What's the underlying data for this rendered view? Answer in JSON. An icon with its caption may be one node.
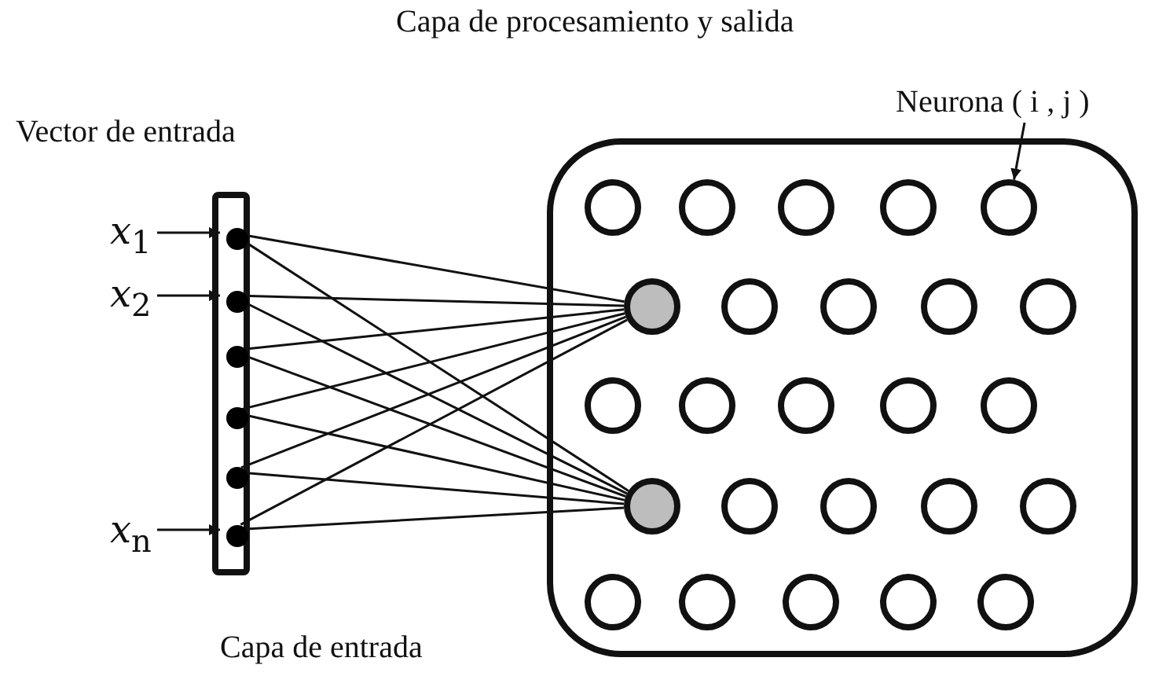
{
  "diagram": {
    "nodes": [
      {
        "text": [
          "Capa de procesamiento y salida"
        ]
      },
      {
        "text": [
          "Neurona ( i , j )"
        ]
      },
      {
        "text": [],
        "shape": "bar"
      },
      {
        "text": [],
        "shape": "circle",
        "in": 2
      },
      {
        "text": [],
        "shape": "circle",
        "in": 2
      },
      {
        "text": [],
        "shape": "circle",
        "in": 2
      },
      {
        "text": [],
        "shape": "circle",
        "in": 2
      },
      {
        "text": [],
        "shape": "circle",
        "in": 2
      },
      {
        "text": [],
        "shape": "circle",
        "in": 2
      },
      {
        "text": [
          "*x*$_{1}$"
        ]
      },
      {
        "text": [
          "*x*$_{2}$"
        ]
      },
      {
        "text": [
          "*x*$_{n}$"
        ]
      },
      {
        "text": [],
        "shape": "circle",
        "in": 0
      },
      {
        "text": [],
        "shape": "circle",
        "in": 0
      },
      {
        "text": [],
        "shape": "circle",
        "in": 0
      },
      {
        "text": [],
        "shape": "circle",
        "in": 0
      },
      {
        "text": [],
        "shape": "circle",
        "in": 0
      },
      {
        "text": [],
        "shape": "circle",
        "in": 0
      },
      {
        "text": [],
        "shape": "circle",
        "in": 0
      },
      {
        "text": [],
        "shape": "circle",
        "in": 0
      },
      {
        "text": [],
        "shape": "circle",
        "in": 0
      },
      {
        "text": [],
        "shape": "circle",
        "in": 0
      },
      {
        "text": [],
        "shape": "circle",
        "in": 0
      },
      {
        "text": [],
        "shape": "circle",
        "in": 0
      },
      {
        "text": [],
        "shape": "circle",
        "in": 0
      },
      {
        "text": [],
        "shape": "circle",
        "in": 0
      },
      {
        "text": [],
        "shape": "circle",
        "in": 0
      },
      {
        "text": [],
        "shape": "circle",
        "in": 0
      },
      {
        "text": [],
        "shape": "circle",
        "in": 0
      },
      {
        "text": [],
        "shape": "circle",
        "in": 0
      },
      {
        "text": [],
        "shape": "circle",
        "in": 0
      },
      {
        "text": [],
        "shape": "circle",
        "in": 0
      },
      {
        "text": [],
        "shape": "circle",
        "in": 0
      },
      {
        "text": [],
        "shape": "circle",
        "in": 0
      },
      {
        "text": [],
        "shape": "circle",
        "in": 0
      },
      {
        "text": [],
        "shape": "circle",
        "in": 0
      },
      {
        "text": [],
        "shape": "circle",
        "in": 0
      }
    ],
    "edges": [
      {
        "from": 9,
        "to": 3,
        "arrow": "to"
      },
      {
        "from": 10,
        "to": 4,
        "arrow": "to"
      },
      {
        "from": 11,
        "to": 8,
        "arrow": "to"
      },
      {
        "from": 3,
        "to": 17,
        "arrow": "none"
      },
      {
        "from": 3,
        "to": 27,
        "arrow": "none"
      },
      {
        "from": 4,
        "to": 17,
        "arrow": "none"
      },
      {
        "from": 4,
        "to": 27,
        "arrow": "none"
      },
      {
        "from": 5,
        "to": 17,
        "arrow": "none"
      },
      {
        "from": 5,
        "to": 27,
        "arrow": "none"
      },
      {
        "from": 6,
        "to": 17,
        "arrow": "none"
      },
      {
        "from": 6,
        "to": 27,
        "arrow": "none"
      },
      {
        "from": 7,
        "to": 17,
        "arrow": "none"
      },
      {
        "from": 7,
        "to": 27,
        "arrow": "none"
      },
      {
        "from": 8,
        "to": 17,
        "arrow": "none"
      },
      {
        "from": 8,
        "to": 27,
        "arrow": "none"
      },
      {
        "from": 1,
        "to": 16,
        "arrow": "to"
      }
    ],
    "labels": [
      "Vector de entrada",
      "Capa de entrada"
    ]
  }
}
